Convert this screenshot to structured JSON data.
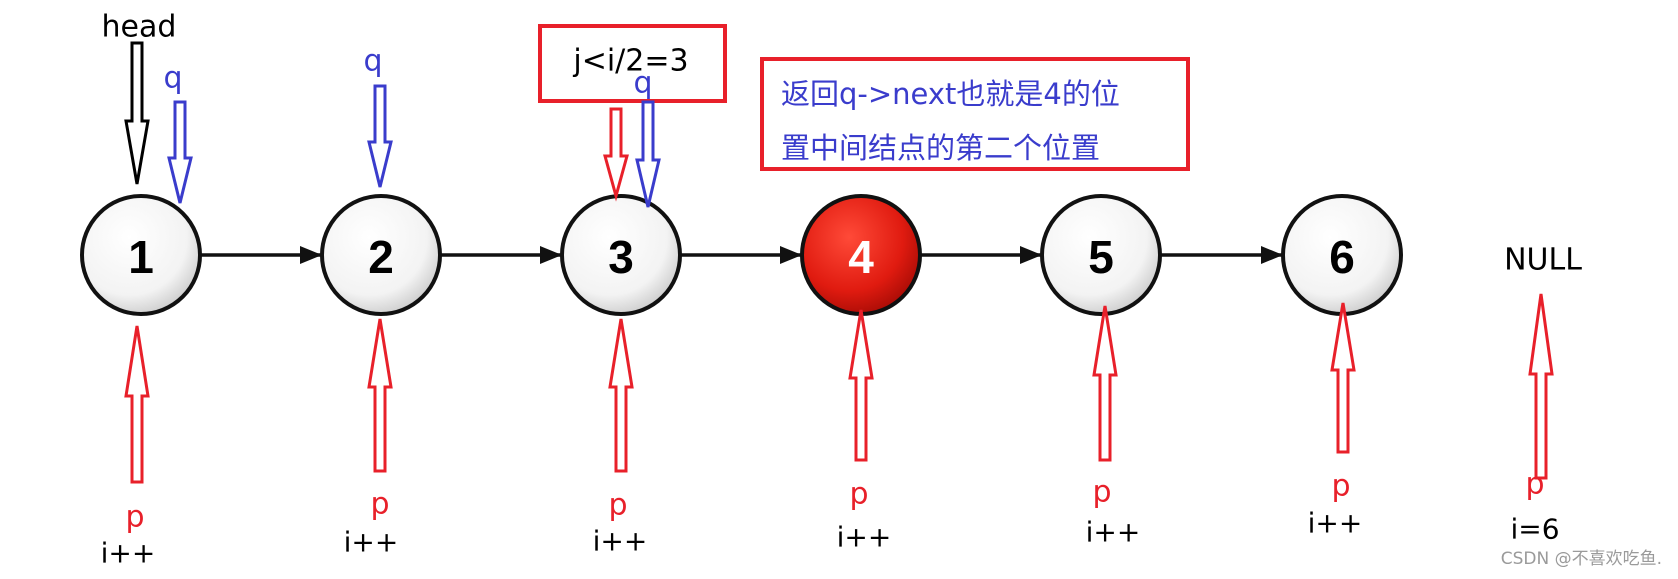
{
  "diagram": {
    "top": {
      "head": "head",
      "q_labels": [
        "q",
        "q",
        "q"
      ]
    },
    "condition_box": {
      "text": "j<i/2=3"
    },
    "note_box": {
      "lines": [
        "返回q->next也就是4的位",
        "置中间结点的第二个位置"
      ]
    },
    "columns": [
      {
        "node": "1",
        "p": "p",
        "counter": "i++"
      },
      {
        "node": "2",
        "p": "p",
        "counter": "i++"
      },
      {
        "node": "3",
        "p": "p",
        "counter": "i++"
      },
      {
        "node": "4",
        "p": "p",
        "counter": "i++",
        "highlighted": true
      },
      {
        "node": "5",
        "p": "p",
        "counter": "i++"
      },
      {
        "node": "6",
        "p": "p",
        "counter": "i++"
      },
      {
        "node": "NULL",
        "p": "p",
        "counter": "i=6"
      }
    ]
  },
  "watermark": "CSDN @不喜欢吃鱼.",
  "colors": {
    "pointer_p": "#e8202a",
    "pointer_q": "#3a3ccc",
    "head_pointer": "#000000",
    "highlight_node": "#e01b10",
    "box_border": "#e8202a",
    "note_text": "#3a3ccc",
    "watermark": "#9a9a9a"
  }
}
